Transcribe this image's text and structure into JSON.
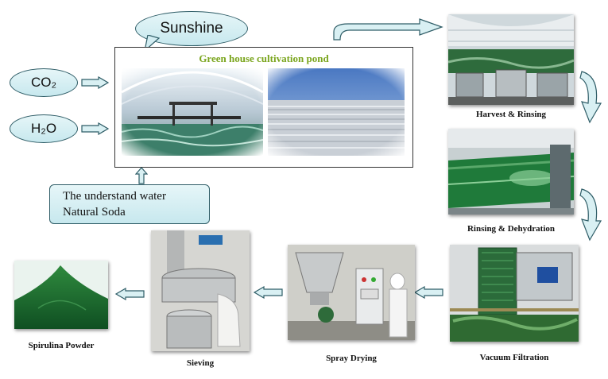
{
  "inputs": {
    "sunshine": "Sunshine",
    "co2": "CO₂",
    "h2o": "H₂O",
    "water_line1": "The understand water",
    "water_line2": "Natural Soda"
  },
  "pond": {
    "title": "Green house cultivation pond"
  },
  "steps": {
    "harvest": "Harvest & Rinsing",
    "rinsing": "Rinsing & Dehydration",
    "vacuum": "Vacuum  Filtration",
    "spray": "Spray Drying",
    "sieving": "Sieving",
    "powder": "Spirulina Powder"
  },
  "colors": {
    "arrow_fill": "#d9f0f3",
    "arrow_stroke": "#2f5d67",
    "pond_title": "#7aa51d",
    "algae_green": "#1f7a3a"
  }
}
